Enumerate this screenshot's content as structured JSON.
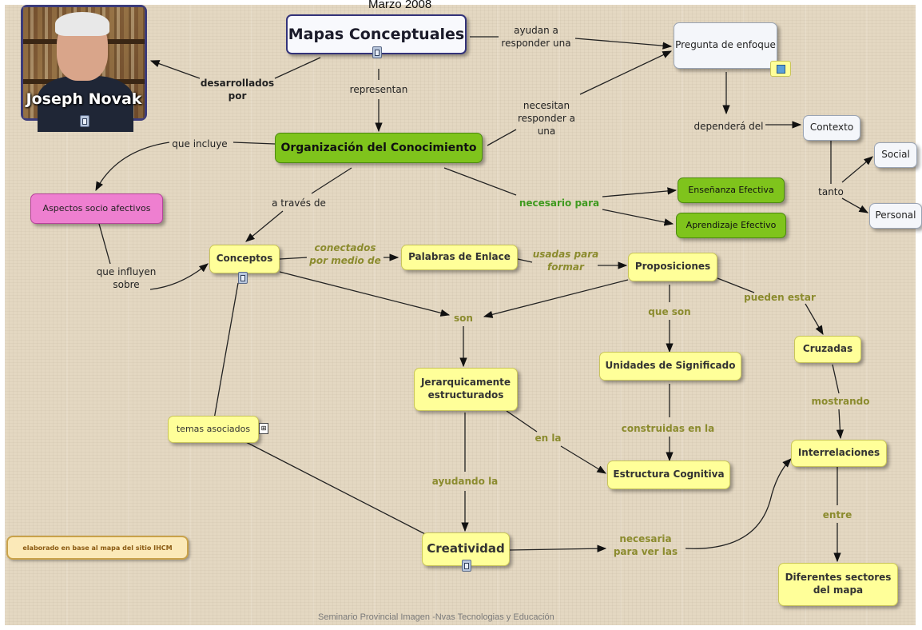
{
  "header": {
    "caption": "Marzo 2008"
  },
  "footer": {
    "text": "Seminario Provincial Imagen -Nvas Tecnologias y Educación"
  },
  "portrait": {
    "name": "Joseph Novak"
  },
  "credit": {
    "text": "elaborado en base al mapa del sitio IHCM"
  },
  "colors": {
    "yellow_node": "#ffff99",
    "green_node": "#7fc41c",
    "pink_node": "#ee7fd0",
    "white_node": "#f4f6fa",
    "link_label_olive": "#8b8b2e",
    "link_label_green": "#3f9a1f"
  },
  "nodes": {
    "mapas": "Mapas Conceptuales",
    "pregunta": "Pregunta de enfoque",
    "organizacion": "Organización del Conocimiento",
    "contexto": "Contexto",
    "social": "Social",
    "personal": "Personal",
    "aspectos": "Aspectos socio afectivos",
    "ensenanza": "Enseñanza Efectiva",
    "aprendizaje": "Aprendizaje Efectivo",
    "conceptos": "Conceptos",
    "palabras": "Palabras de Enlace",
    "proposiciones": "Proposiciones",
    "jerarquicamente": "Jerarquicamente estructurados",
    "unidades": "Unidades de Significado",
    "cruzadas": "Cruzadas",
    "temas": "temas asociados",
    "estructura": "Estructura Cognitiva",
    "interrelaciones": "Interrelaciones",
    "creatividad": "Creatividad",
    "diferentes": "Diferentes sectores del mapa"
  },
  "labels": {
    "ayudan": "ayudan a responder una",
    "desarrollados": "desarrollados por",
    "representan": "representan",
    "necesitan": "necesitan responder a una",
    "dependera": "dependerá del",
    "que_incluye": "que incluye",
    "tanto": "tanto",
    "necesario": "necesario para",
    "a_traves": "a través de",
    "conectados": "conectados por medio de",
    "usadas": "usadas para formar",
    "que_influyen": "que influyen sobre",
    "pueden_estar": "pueden estar",
    "que_son": "que son",
    "son": "son",
    "mostrando": "mostrando",
    "en_la": "en la",
    "construidas": "construidas en la",
    "ayudando": "ayudando la",
    "entre": "entre",
    "necesaria": "necesaria para ver las"
  }
}
